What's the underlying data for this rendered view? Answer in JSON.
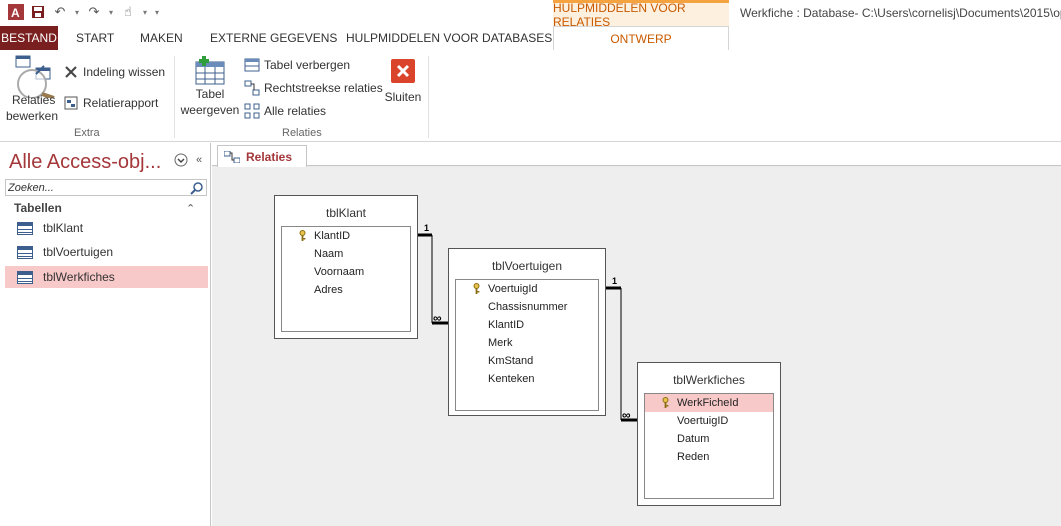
{
  "window": {
    "title": "Werkfiche : Database- C:\\Users\\cornelisj\\Documents\\2015\\op",
    "context_tab_header": "HULPMIDDELEN VOOR RELATIES"
  },
  "ribbon_tabs": [
    "BESTAND",
    "START",
    "MAKEN",
    "EXTERNE GEGEVENS",
    "HULPMIDDELEN VOOR DATABASES",
    "ONTWERP"
  ],
  "ribbon": {
    "extra": {
      "group_label": "Extra",
      "relaties_bewerken": [
        "Relaties",
        "bewerken"
      ],
      "indeling_wissen": "Indeling wissen",
      "relatierapport": "Relatierapport"
    },
    "relaties": {
      "group_label": "Relaties",
      "tabel_weergeven": [
        "Tabel",
        "weergeven"
      ],
      "tabel_verbergen": "Tabel verbergen",
      "rechtstreekse_relaties": "Rechtstreekse relaties",
      "alle_relaties": "Alle relaties",
      "sluiten": "Sluiten"
    }
  },
  "nav": {
    "title": "Alle Access-obj...",
    "search_placeholder": "Zoeken...",
    "section": "Tabellen",
    "items": [
      {
        "label": "tblKlant",
        "selected": false
      },
      {
        "label": "tblVoertuigen",
        "selected": false
      },
      {
        "label": "tblWerkfiches",
        "selected": true
      }
    ]
  },
  "document": {
    "tab_label": "Relaties",
    "tables": [
      {
        "name": "tblKlant",
        "fields": [
          "KlantID",
          "Naam",
          "Voornaam",
          "Adres"
        ],
        "key_field": "KlantID",
        "selected_field": ""
      },
      {
        "name": "tblVoertuigen",
        "fields": [
          "VoertuigId",
          "Chassisnummer",
          "KlantID",
          "Merk",
          "KmStand",
          "Kenteken"
        ],
        "key_field": "VoertuigId",
        "selected_field": ""
      },
      {
        "name": "tblWerkfiches",
        "fields": [
          "WerkFicheId",
          "VoertuigID",
          "Datum",
          "Reden"
        ],
        "key_field": "WerkFicheId",
        "selected_field": "WerkFicheId"
      }
    ],
    "relationships": [
      {
        "from": "tblKlant.KlantID",
        "to": "tblVoertuigen.KlantID",
        "one_label": "1",
        "many_label": "∞"
      },
      {
        "from": "tblVoertuigen.VoertuigId",
        "to": "tblWerkfiches.VoertuigID",
        "one_label": "1",
        "many_label": "∞"
      }
    ]
  },
  "colors": {
    "access_red": "#a4373a",
    "file_tab": "#7a1f1f",
    "context_orange": "#c85a00",
    "selection_pink": "#f8c9c9"
  }
}
